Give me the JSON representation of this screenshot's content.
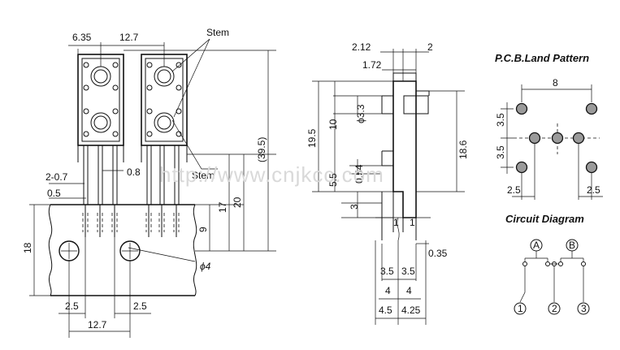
{
  "watermark": "http://www.cnjkcc.com",
  "front_view": {
    "dims": {
      "d635": "6.35",
      "d127_top": "12.7",
      "stem_top": "Stem",
      "stem_mid": "Stem",
      "d2_07": "2-0.7",
      "d05": "0.5",
      "d08": "0.8",
      "d18": "18",
      "d9": "9",
      "d17": "17",
      "d20": "20",
      "d395": "(39.5)",
      "d25_left": "2.5",
      "d25_right": "2.5",
      "d127_bottom": "12.7",
      "phi4": "ϕ4"
    }
  },
  "side_view": {
    "dims": {
      "d212": "2.12",
      "d2": "2",
      "d172": "1.72",
      "phi33": "ϕ3.3",
      "d195": "19.5",
      "d10": "10",
      "d186": "18.6",
      "d054": "0.54",
      "d55": "5.5",
      "d3": "3",
      "d1_left": "1",
      "d1_right": "1",
      "d035": "0.35",
      "d35_left": "3.5",
      "d35_right": "3.5",
      "d4_left": "4",
      "d4_right": "4",
      "d45": "4.5",
      "d425": "4.25"
    }
  },
  "pcb": {
    "title": "P.C.B.Land Pattern",
    "d8": "8",
    "d35_top": "3.5",
    "d35_bottom": "3.5",
    "d25_left": "2.5",
    "d25_right": "2.5"
  },
  "circuit": {
    "title": "Circuit Diagram",
    "label_a": "A",
    "label_b": "B",
    "pin1": "1",
    "pin2": "2",
    "pin3": "3"
  }
}
